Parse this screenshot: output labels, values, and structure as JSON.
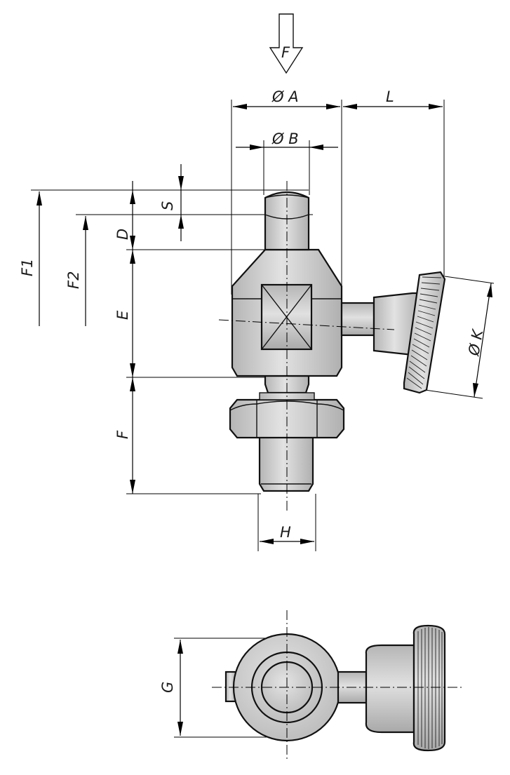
{
  "labels": {
    "force": "F",
    "dia_a": "Ø A",
    "dia_b": "Ø B",
    "l": "L",
    "s": "S",
    "d": "D",
    "f1": "F1",
    "f2": "F2",
    "e": "E",
    "f": "F",
    "dia_k": "Ø K",
    "h": "H",
    "g": "G"
  },
  "colors": {
    "metal_light": "#d6d6d6",
    "metal_mid": "#c4c4c4",
    "metal_dark": "#a8a8a8",
    "line": "#111111"
  }
}
